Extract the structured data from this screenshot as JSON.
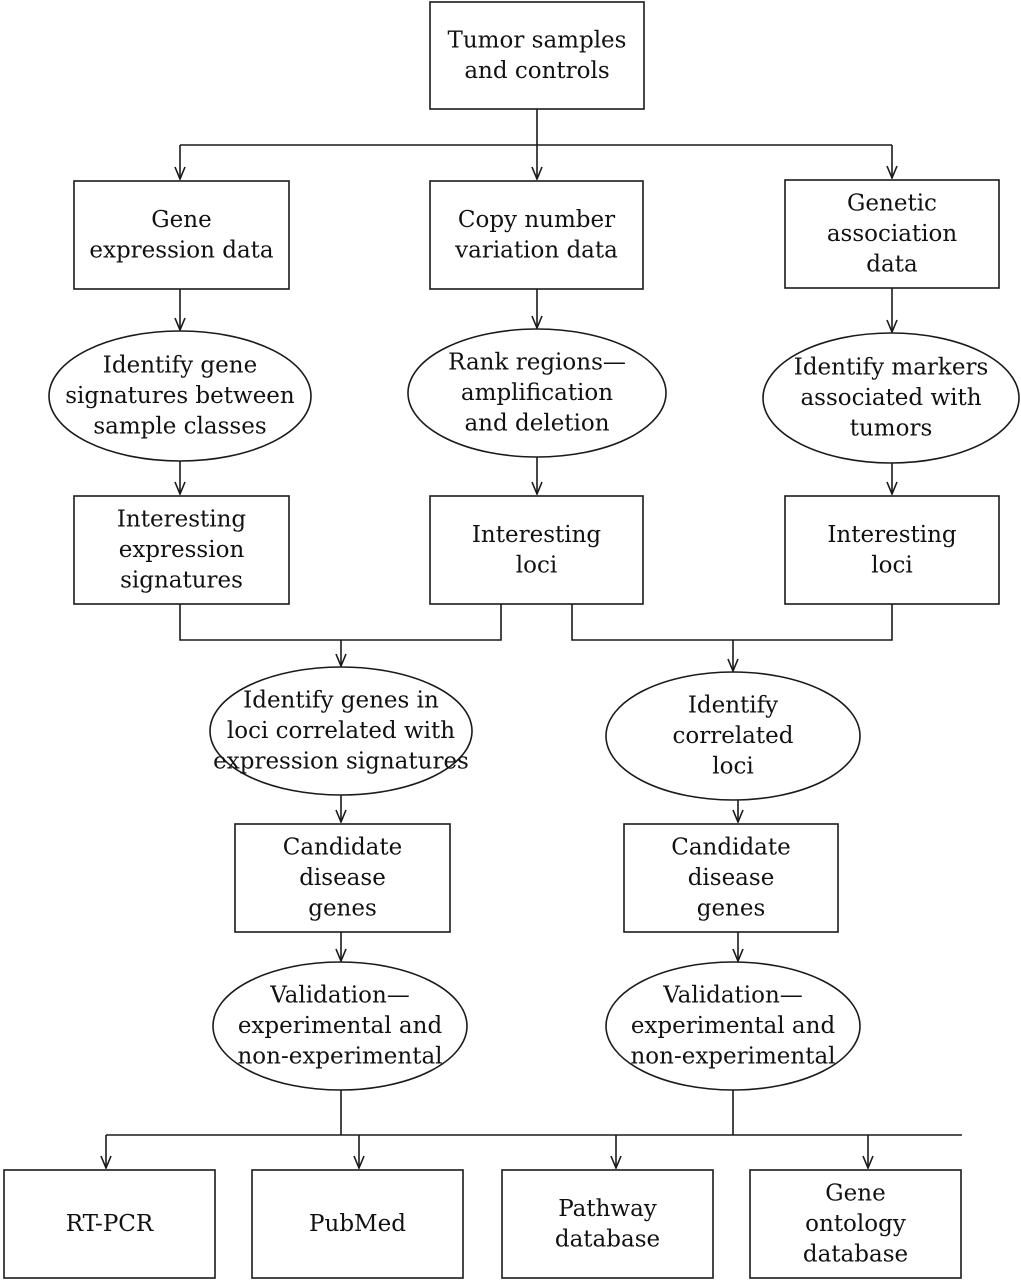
{
  "nodes": {
    "tumor": {
      "lines": [
        "Tumor samples",
        "and controls"
      ]
    },
    "gene_expr": {
      "lines": [
        "Gene",
        "expression data"
      ]
    },
    "cnv": {
      "lines": [
        "Copy number",
        "variation data"
      ]
    },
    "genetic_assoc": {
      "lines": [
        "Genetic",
        "association",
        "data"
      ]
    },
    "identify_signatures": {
      "lines": [
        "Identify gene",
        "signatures between",
        "sample classes"
      ]
    },
    "rank_regions": {
      "lines": [
        "Rank regions—",
        "amplification",
        "and deletion"
      ]
    },
    "identify_markers": {
      "lines": [
        "Identify markers",
        "associated with",
        "tumors"
      ]
    },
    "interesting_expr": {
      "lines": [
        "Interesting",
        "expression",
        "signatures"
      ]
    },
    "interesting_loci_1": {
      "lines": [
        "Interesting",
        "loci"
      ]
    },
    "interesting_loci_2": {
      "lines": [
        "Interesting",
        "loci"
      ]
    },
    "identify_genes_loci": {
      "lines": [
        "Identify genes in",
        "loci correlated with",
        "expression signatures"
      ]
    },
    "identify_correlated": {
      "lines": [
        "Identify",
        "correlated",
        "loci"
      ]
    },
    "candidate_1": {
      "lines": [
        "Candidate",
        "disease",
        "genes"
      ]
    },
    "candidate_2": {
      "lines": [
        "Candidate",
        "disease",
        "genes"
      ]
    },
    "validation_1": {
      "lines": [
        "Validation—",
        "experimental and",
        "non-experimental"
      ]
    },
    "validation_2": {
      "lines": [
        "Validation—",
        "experimental and",
        "non-experimental"
      ]
    },
    "rtpcr": {
      "lines": [
        "RT-PCR"
      ]
    },
    "pubmed": {
      "lines": [
        "PubMed"
      ]
    },
    "pathway": {
      "lines": [
        "Pathway",
        "database"
      ]
    },
    "gene_ontology": {
      "lines": [
        "Gene",
        "ontology",
        "database"
      ]
    }
  }
}
